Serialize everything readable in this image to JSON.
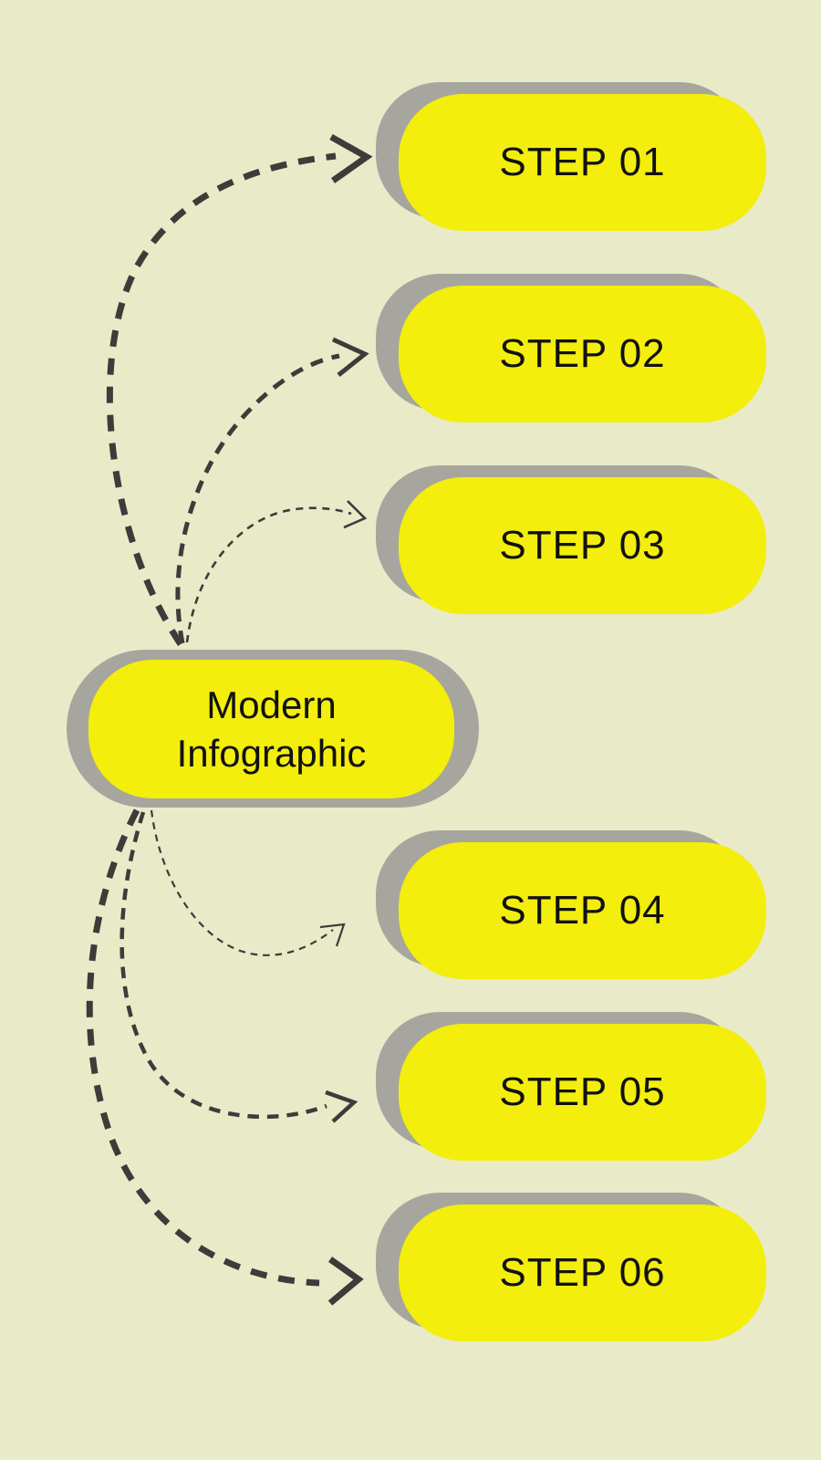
{
  "title": "Modern Infographic",
  "center": {
    "line1": "Modern",
    "line2": "Infographic"
  },
  "steps": [
    {
      "label": "STEP 01"
    },
    {
      "label": "STEP 02"
    },
    {
      "label": "STEP 03"
    },
    {
      "label": "STEP 04"
    },
    {
      "label": "STEP 05"
    },
    {
      "label": "STEP 06"
    }
  ],
  "colors": {
    "background": "#e9eac8",
    "box_fill": "#f3ee0b",
    "box_shadow": "#a6a69e",
    "arrow": "#3c3c3a",
    "text": "#111111"
  }
}
